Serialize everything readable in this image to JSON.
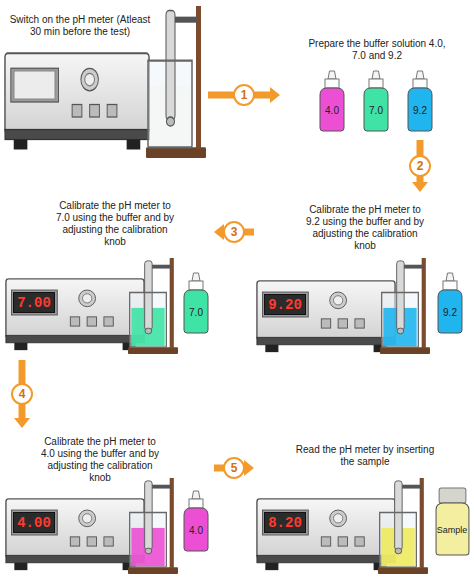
{
  "diagram": {
    "nodes": [
      {
        "text": [
          "Switch on the pH meter (Atleast 30 min before the test)"
        ]
      },
      {
        "text": [
          "Prepare the buffer solution 4.0, 7.0 and 9.2"
        ]
      },
      {
        "text": [
          "4.0"
        ],
        "in": 1
      },
      {
        "text": [
          "7.0"
        ],
        "in": 1
      },
      {
        "text": [
          "9.2"
        ],
        "in": 1
      },
      {
        "text": [
          "Calibrate the pH meter to 9.2 using the buffer and by adjusting the calibration knob"
        ]
      },
      {
        "text": [
          "9.20"
        ],
        "in": 5
      },
      {
        "text": [
          "9.2"
        ],
        "in": 5
      },
      {
        "text": [
          "Calibrate the pH meter to 7.0 using the buffer and by adjusting the calibration knob"
        ]
      },
      {
        "text": [
          "7.00"
        ],
        "in": 8
      },
      {
        "text": [
          "7.0"
        ],
        "in": 8
      },
      {
        "text": [
          "Calibrate the pH meter to 4.0 using the buffer and by adjusting the calibration knob"
        ]
      },
      {
        "text": [
          "4.00"
        ],
        "in": 11
      },
      {
        "text": [
          "4.0"
        ],
        "in": 11
      },
      {
        "text": [
          "Read the pH meter by inserting the sample"
        ]
      },
      {
        "text": [
          "8.20"
        ],
        "in": 14
      },
      {
        "text": [
          "Sample"
        ],
        "in": 14
      }
    ],
    "edges": [
      {
        "from": 0,
        "to": 1,
        "arrow": "to",
        "label": "1"
      },
      {
        "from": 1,
        "to": 5,
        "arrow": "to",
        "label": "2"
      },
      {
        "from": 5,
        "to": 8,
        "arrow": "to",
        "label": "3"
      },
      {
        "from": 8,
        "to": 11,
        "arrow": "to",
        "label": "4"
      },
      {
        "from": 11,
        "to": 14,
        "arrow": "to",
        "label": "5"
      }
    ]
  }
}
